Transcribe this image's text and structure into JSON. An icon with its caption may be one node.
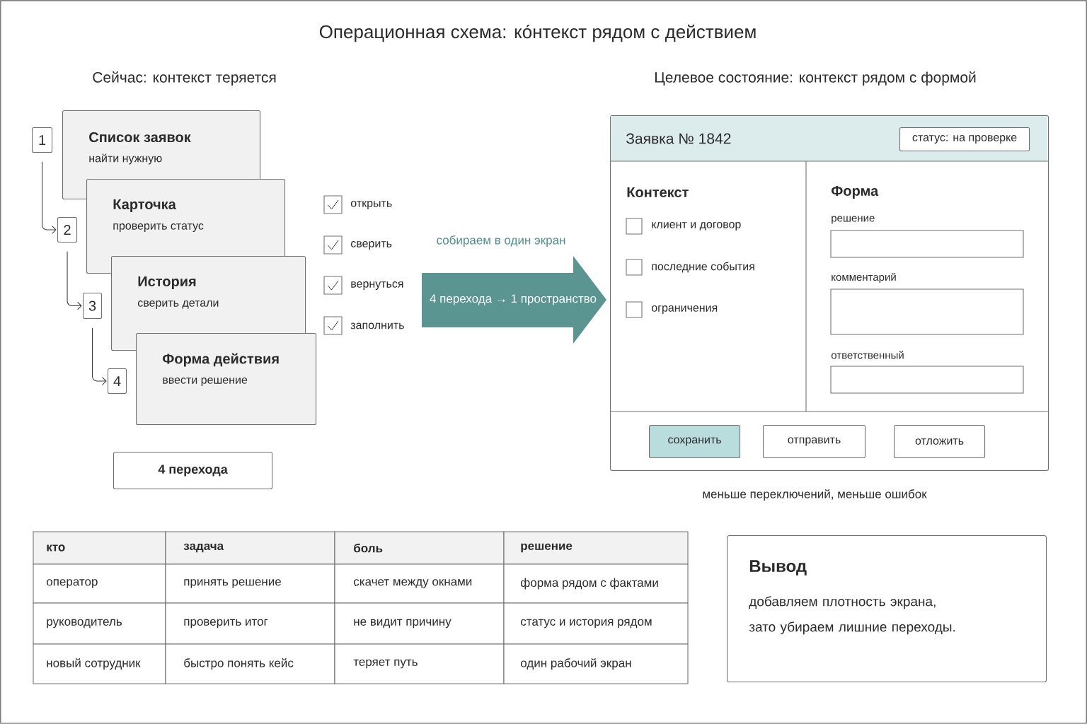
{
  "diagram": {
    "title": "Операционная схема: ко́нтекст рядом с действием",
    "nodes": [
      {
        "text": [
          "1"
        ]
      },
      {
        "text": [
          "Список заявок",
          "найти нужную"
        ]
      },
      {
        "text": [
          "2"
        ]
      },
      {
        "text": [
          "Карточка",
          "проверить статус"
        ]
      },
      {
        "text": [
          "3"
        ]
      },
      {
        "text": [
          "История",
          "сверить детали"
        ]
      },
      {
        "text": [
          "4"
        ]
      },
      {
        "text": [
          "Форма действия",
          "ввести решение"
        ]
      },
      {
        "text": [
          "4 перехода"
        ]
      },
      {
        "text": [
          "4 перехода → 1 пространство"
        ],
        "beside": [
          "собираем в один экран"
        ]
      },
      {
        "text": [
          "Заявка № 1842",
          "Контекст",
          "клиент и договор",
          "последние события",
          "ограничения",
          "Форма",
          "решение",
          "комментарий",
          "ответственный"
        ],
        "beside": [
          "меньше переключений, меньше ошибок"
        ]
      },
      {
        "text": [
          "статус: на проверке"
        ],
        "in": 10
      },
      {
        "text": [
          "сохранить"
        ],
        "in": 10
      },
      {
        "text": [
          "отправить"
        ],
        "in": 10
      },
      {
        "text": [
          "отложить"
        ],
        "in": 10
      },
      {
        "text": [
          "Вывод",
          "добавляем плотность экрана, зато убираем лишние переходы."
        ]
      }
    ],
    "edges": [
      {
        "from": 0,
        "to": 2,
        "arrow": "to"
      },
      {
        "from": 2,
        "to": 4,
        "arrow": "to"
      },
      {
        "from": 4,
        "to": 6,
        "arrow": "to"
      }
    ],
    "labels": [
      "Сейчас: контекст теряется",
      "Целевое состояние: контекст рядом с формой",
      "открыть",
      "сверить",
      "вернуться",
      "заполнить",
      "кто",
      "задача",
      "боль",
      "решение",
      "оператор",
      "принять решение",
      "скачет между окнами",
      "форма рядом с фактами",
      "руководитель",
      "проверить итог",
      "не видит причину",
      "статус и история рядом",
      "новый сотрудник",
      "быстро понять кейс",
      "теряет путь",
      "один рабочий экран"
    ]
  }
}
